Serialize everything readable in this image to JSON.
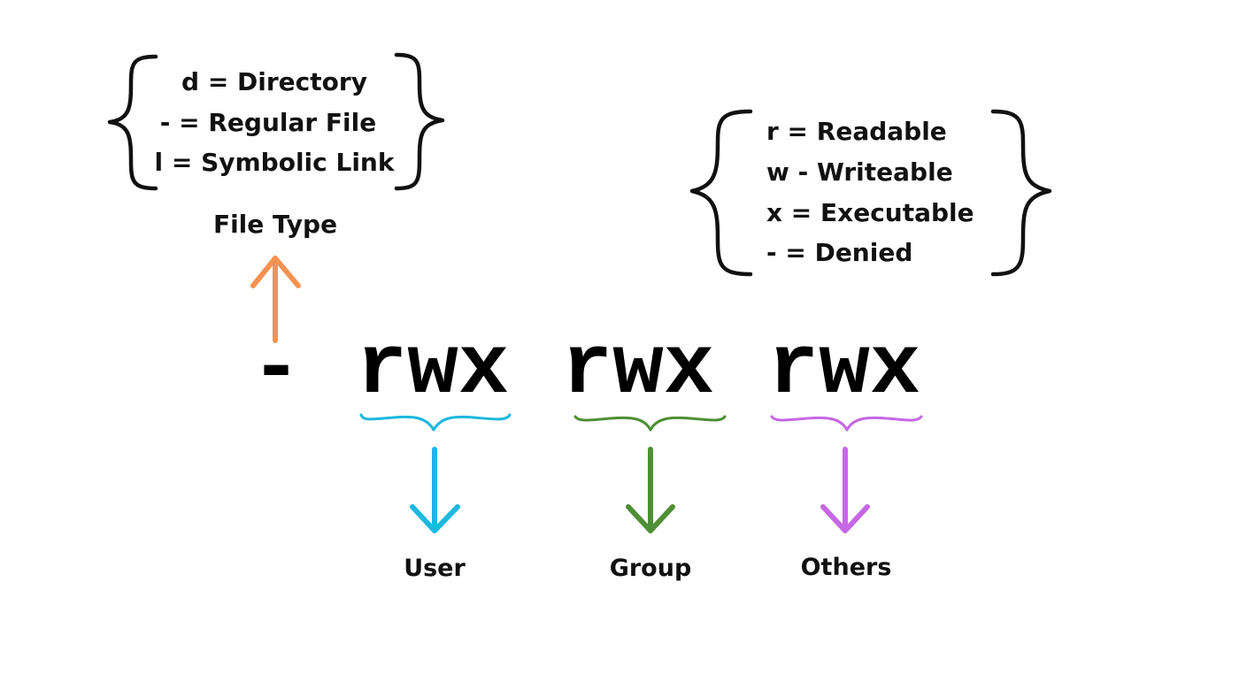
{
  "file_type": {
    "legend": [
      "d = Directory",
      "- = Regular File",
      "l = Symbolic Link"
    ],
    "label": "File Type",
    "symbol": "-",
    "arrow_color": "#F79250"
  },
  "permissions": {
    "legend": [
      "r = Readable",
      "w - Writeable",
      "x = Executable",
      "- = Denied"
    ]
  },
  "groups": [
    {
      "bits": "rwx",
      "label": "User",
      "color": "#1BB8DE"
    },
    {
      "bits": "rwx",
      "label": "Group",
      "color": "#4E8F35"
    },
    {
      "bits": "rwx",
      "label": "Others",
      "color": "#C667E5"
    }
  ]
}
